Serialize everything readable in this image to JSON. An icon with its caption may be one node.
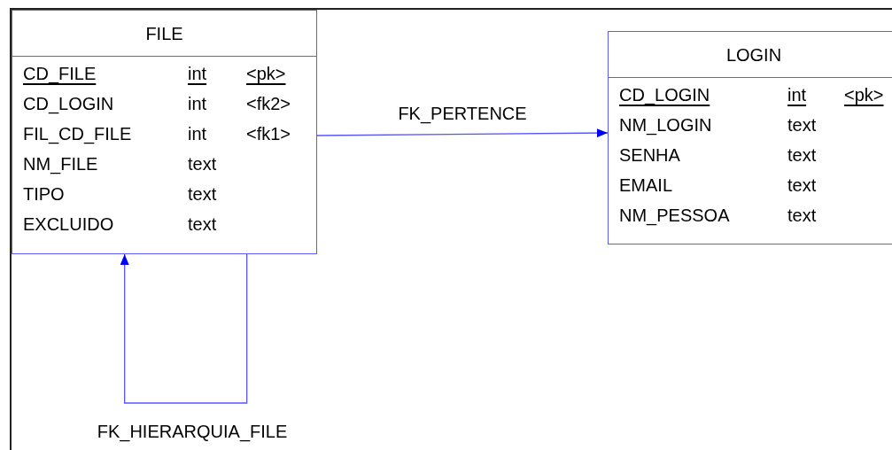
{
  "diagram": {
    "nodes": [
      {
        "text": [
          "FILE",
          "CD_FILE",
          "int",
          "<pk>",
          "CD_LOGIN",
          "int",
          "<fk2>",
          "FIL_CD_FILE",
          "int",
          "<fk1>",
          "NM_FILE",
          "text",
          "TIPO",
          "text",
          "EXCLUIDO",
          "text"
        ]
      },
      {
        "text": [
          "LOGIN",
          "CD_LOGIN",
          "int",
          "<pk>",
          "NM_LOGIN",
          "text",
          "SENHA",
          "text",
          "EMAIL",
          "text",
          "NM_PESSOA",
          "text"
        ]
      }
    ],
    "edges": [
      {
        "from": 0,
        "to": 1,
        "arrow": "to",
        "label": "FK_PERTENCE"
      },
      {
        "from": 0,
        "to": 0,
        "arrow": "to",
        "label": "FK_HIERARQUIA_FILE"
      }
    ]
  }
}
